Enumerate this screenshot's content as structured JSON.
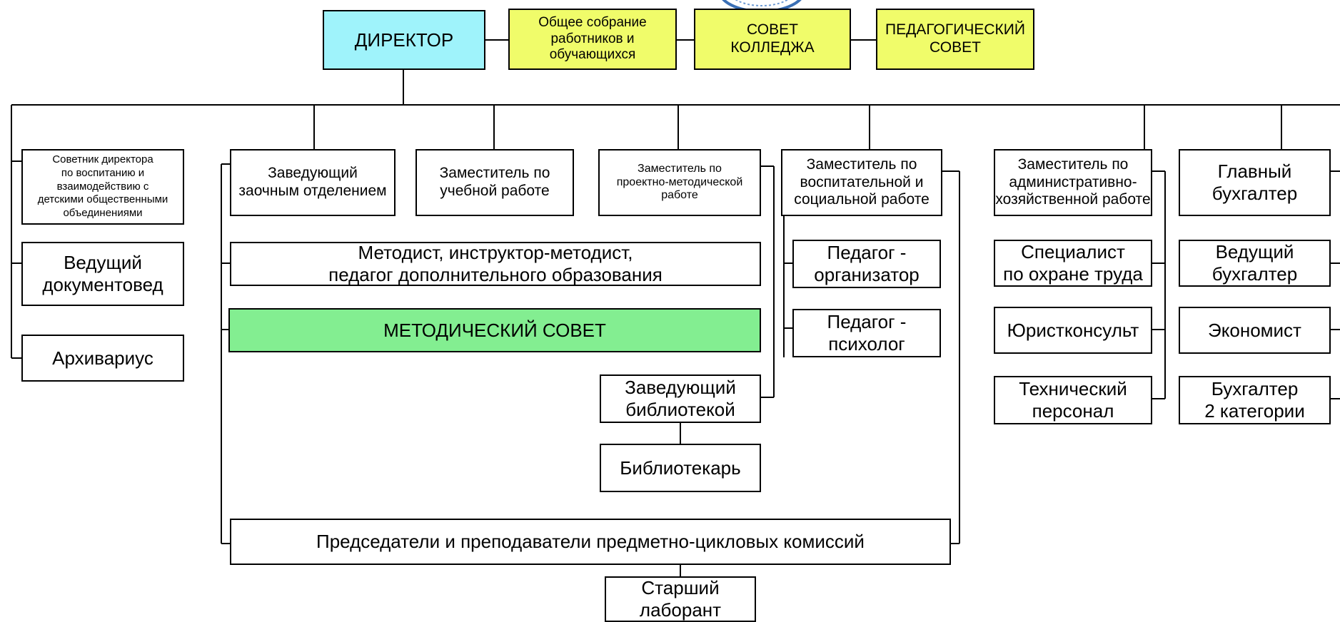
{
  "top": {
    "director": "ДИРЕКТОР",
    "general_meeting": "Общее собрание\nработников и\nобучающихся",
    "college_council": "СОВЕТ\nКОЛЛЕДЖА",
    "pedagogical_council": "ПЕДАГОГИЧЕСКИЙ\nСОВЕТ"
  },
  "left": {
    "advisor": "Советник директора\nпо воспитанию и\nвзаимодействию с\nдетскими общественными\nобъединениями",
    "lead_records_manager": "Ведущий\nдокументовед",
    "archivist": "Архивариус"
  },
  "deputies": {
    "correspondence_head": "Заведующий\nзаочным отделением",
    "academic": "Заместитель по\nучебной работе",
    "project_methodical": "Заместитель по\nпроектно-методической\nработе",
    "educational_social": "Заместитель по\nвоспитательной и\nсоциальной работе",
    "administrative": "Заместитель по\nадминистративно-\nхозяйственной работе",
    "chief_accountant": "Главный\nбухгалтер"
  },
  "middle": {
    "methodists": "Методист, инструктор-методист,\nпедагог дополнительного образования",
    "methodical_council": "МЕТОДИЧЕСКИЙ  СОВЕТ",
    "library_head": "Заведующий\nбиблиотекой",
    "librarian": "Библиотекарь",
    "commission_chairs": "Председатели и преподаватели предметно-цикловых комиссий",
    "senior_lab": "Старший\nлаборант"
  },
  "social": {
    "organizer": "Педагог -\nорганизатор",
    "psychologist": "Педагог -\nпсихолог"
  },
  "admin": {
    "safety_specialist": "Специалист\nпо охране труда",
    "legal": "Юристконсульт",
    "technical_staff": "Технический\nперсонал"
  },
  "accounting": {
    "lead_accountant": "Ведущий\nбухгалтер",
    "economist": "Экономист",
    "accountant_cat2": "Бухгалтер\n2 категории"
  },
  "colors": {
    "director_fill": "#9ff3fb",
    "council_fill": "#f0fc6a",
    "methodical_council_fill": "#83ee91",
    "line": "#000000"
  }
}
